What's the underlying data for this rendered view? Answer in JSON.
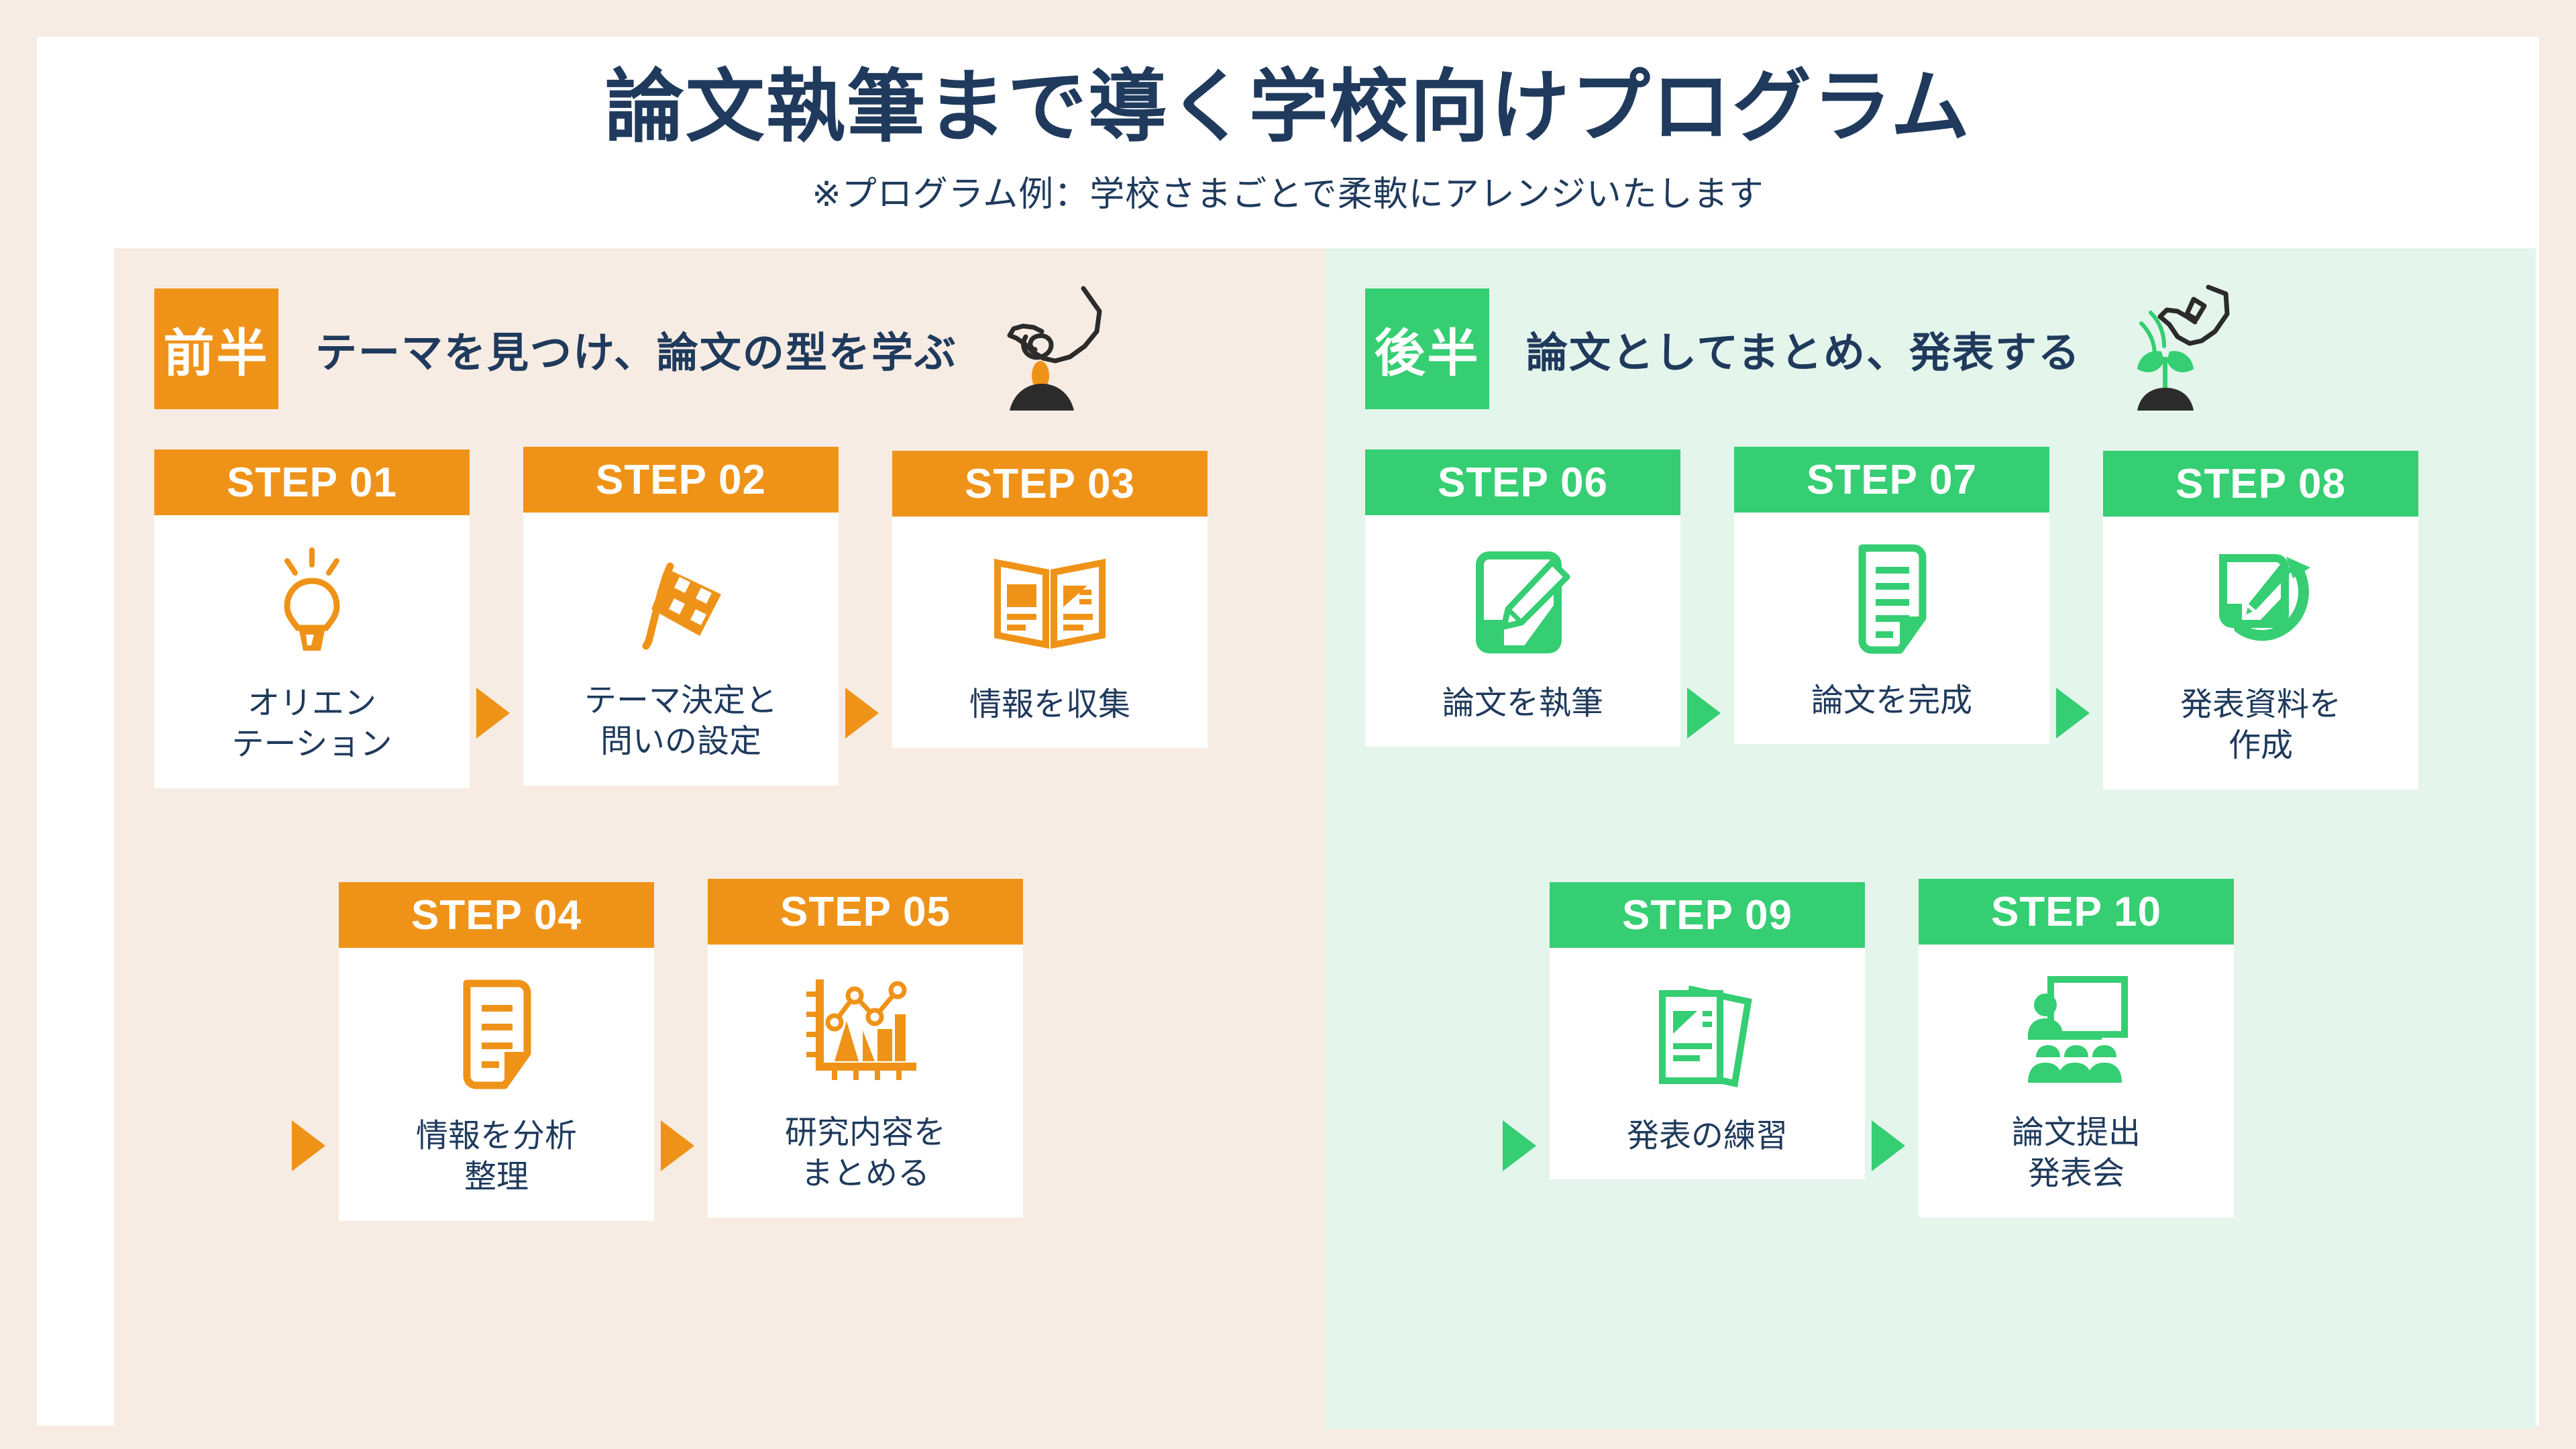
{
  "header": {
    "title": "論文執筆まで導く学校向けプログラム",
    "subtitle": "※プログラム例：学校さまごとで柔軟にアレンジいたします"
  },
  "colors": {
    "orange": "#EF9318",
    "green": "#35CE72",
    "navy": "#1F3A5C",
    "panel_left_bg": "#F7ECE3",
    "panel_right_bg": "#E4F5EC",
    "page_border": "#F7ECE3",
    "card_bg": "#FFFFFF"
  },
  "sections": [
    {
      "badge": "前半",
      "title": "テーマを見つけ、論文の型を学ぶ",
      "icon": "hand-planting-seed-icon",
      "accent": "#EF9318"
    },
    {
      "badge": "後半",
      "title": "論文としてまとめ、発表する",
      "icon": "watering-can-sprout-icon",
      "accent": "#35CE72"
    }
  ],
  "steps": [
    {
      "number": "STEP 01",
      "label": "オリエン\nテーション",
      "icon": "lightbulb-icon",
      "accent": "#EF9318"
    },
    {
      "number": "STEP 02",
      "label": "テーマ決定と\n問いの設定",
      "icon": "checkered-flag-icon",
      "accent": "#EF9318"
    },
    {
      "number": "STEP 03",
      "label": "情報を収集",
      "icon": "open-book-icon",
      "accent": "#EF9318"
    },
    {
      "number": "STEP 04",
      "label": "情報を分析\n整理",
      "icon": "document-lines-icon",
      "accent": "#EF9318"
    },
    {
      "number": "STEP 05",
      "label": "研究内容を\nまとめる",
      "icon": "bar-line-chart-icon",
      "accent": "#EF9318"
    },
    {
      "number": "STEP 06",
      "label": "論文を執筆",
      "icon": "note-pencil-icon",
      "accent": "#35CE72"
    },
    {
      "number": "STEP 07",
      "label": "論文を完成",
      "icon": "document-sheet-icon",
      "accent": "#35CE72"
    },
    {
      "number": "STEP 08",
      "label": "発表資料を\n作成",
      "icon": "pen-paper-arrow-icon",
      "accent": "#35CE72"
    },
    {
      "number": "STEP 09",
      "label": "発表の練習",
      "icon": "stacked-papers-icon",
      "accent": "#35CE72"
    },
    {
      "number": "STEP 10",
      "label": "論文提出\n発表会",
      "icon": "presentation-audience-icon",
      "accent": "#35CE72"
    }
  ],
  "arrows": {
    "count": 8,
    "shape": "right-triangle"
  }
}
